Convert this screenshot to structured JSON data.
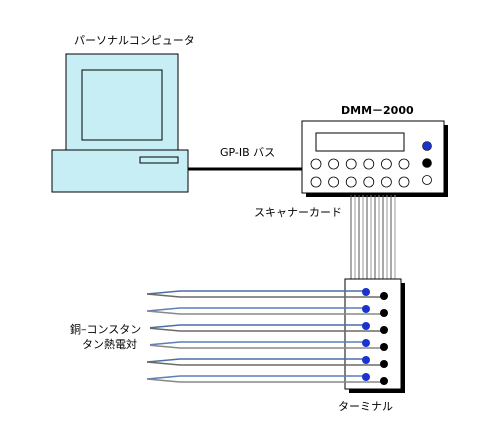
{
  "labels": {
    "pc": "パーソナルコンピュータ",
    "dmm": "DMM－2000",
    "bus": "GP-IB バス",
    "scanner": "スキャナーカード",
    "thermocouple_line1": "銅–コンスタン",
    "thermocouple_line2": "タン熱電対",
    "terminal": "ターミナル"
  },
  "colors": {
    "pc_fill": "#c8eef5",
    "blue_terminal": "#1a33cc",
    "black_terminal": "#000000",
    "wire_blue": "#4a6fa5",
    "wire_gray": "#8a8a8a",
    "cable": "#555555"
  },
  "dmm_buttons": {
    "indicator_colors": [
      "#1a33cc",
      "#000000",
      "#ffffff"
    ]
  },
  "terminal": {
    "pairs": 6
  }
}
